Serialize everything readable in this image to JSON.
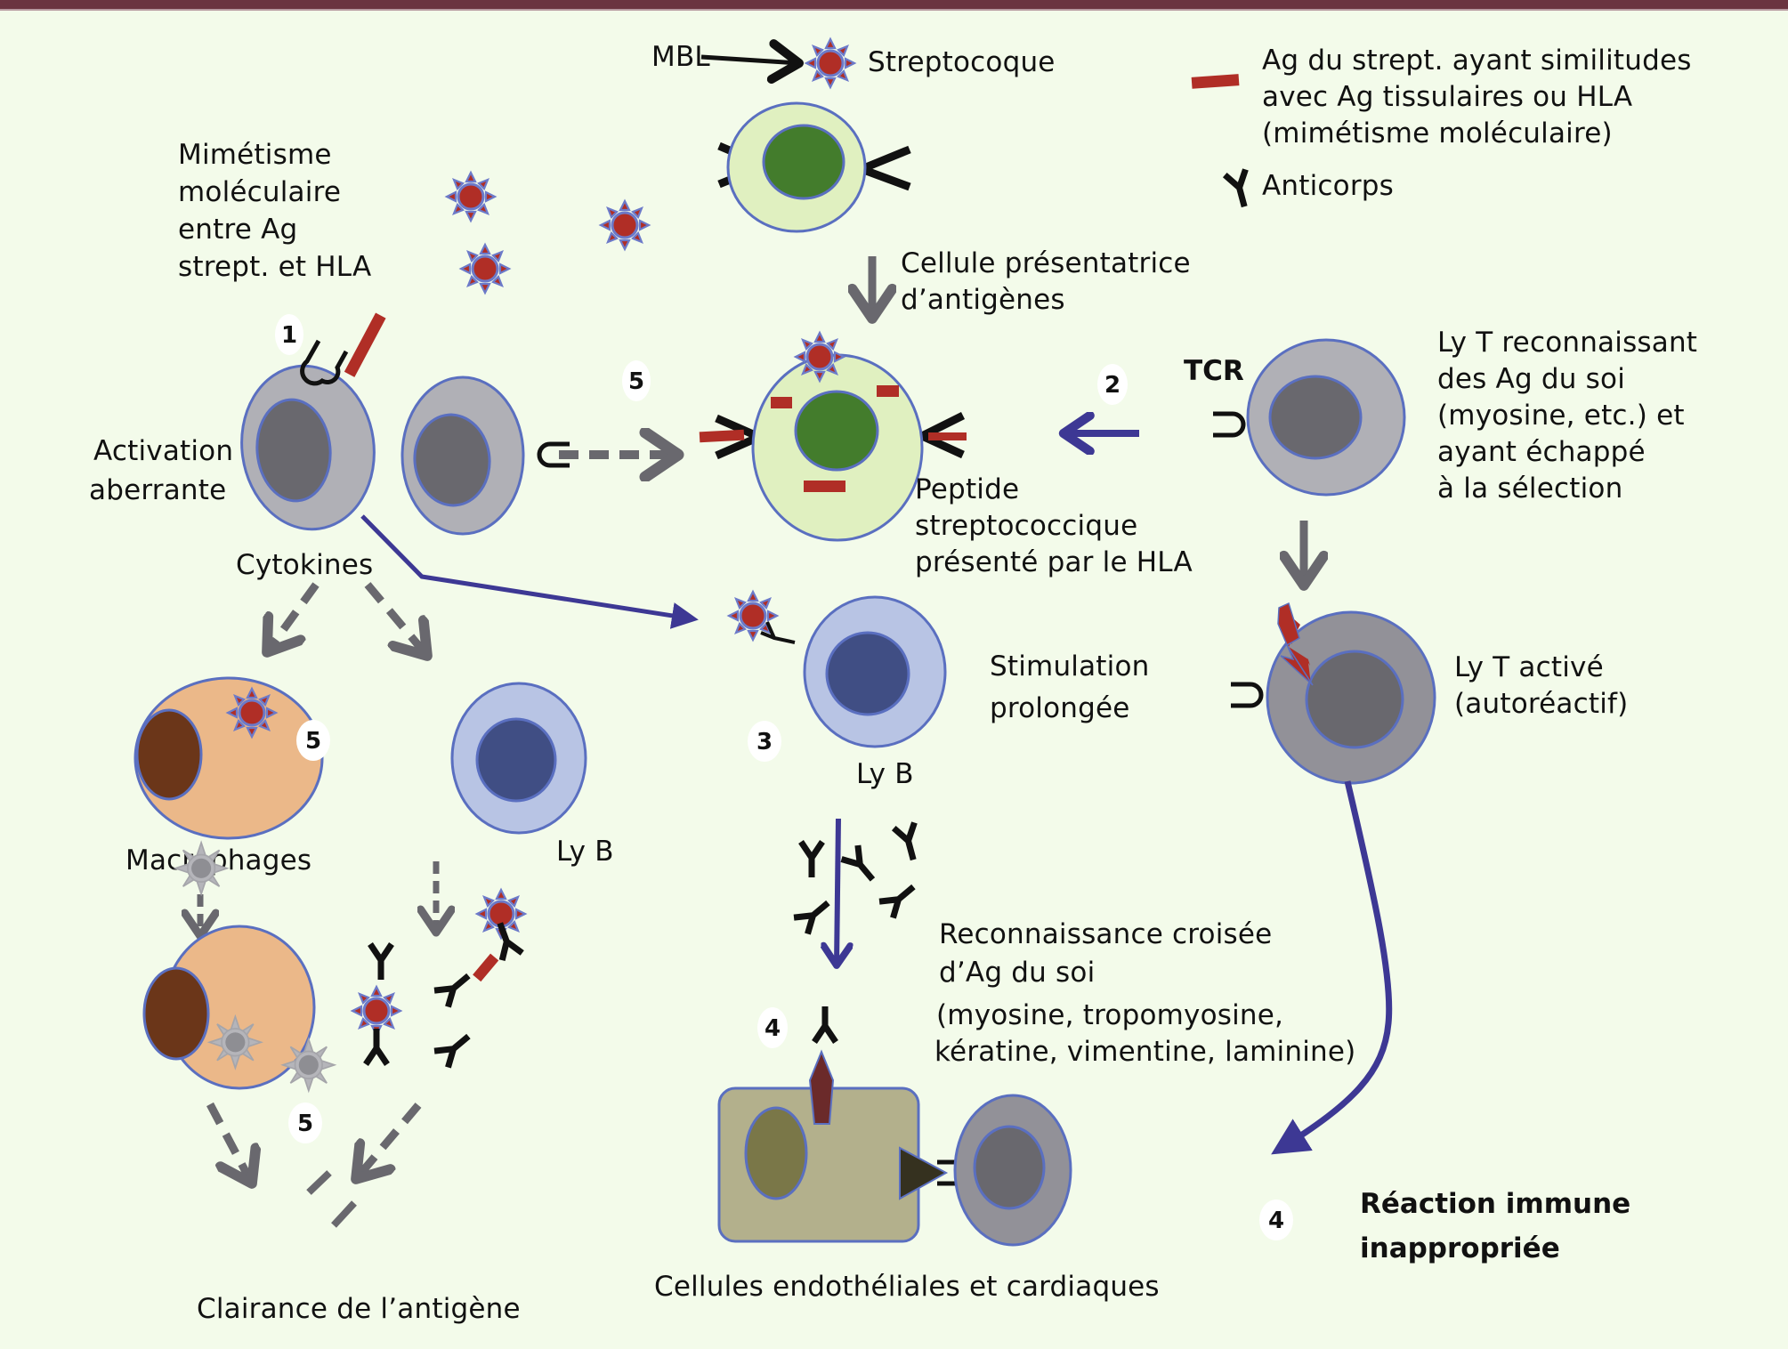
{
  "figure": {
    "border_color": "#6b3440",
    "background": "#f3fbea"
  },
  "colors": {
    "strep_core": "#b02e26",
    "strep_spikes": "#6c7ac9",
    "cell_outline": "#5a6fc0",
    "apc_cytoplasm": "#e0f0c0",
    "apc_nucleus": "#437c2c",
    "t_cytoplasm": "#b0b0b6",
    "t_nucleus": "#69686e",
    "t_active_cytoplasm": "#929198",
    "b_cytoplasm": "#b8c4e4",
    "b_nucleus": "#404e84",
    "macro_cytoplasm": "#ebb889",
    "macro_nucleus": "#6b3619",
    "endo_cell": "#b3b08c",
    "endo_nucleus": "#7a7748",
    "self_antigen": "#6b2a2a",
    "mhc_triangle": "#35311f",
    "blue_arrow": "#3d3894",
    "gray_arrow": "#69686e",
    "red_antigen": "#b02e26",
    "bolt": "#b02e26"
  },
  "legend": {
    "antigen_line1": "Ag du strept. ayant similitudes",
    "antigen_line2": "avec Ag tissulaires ou HLA",
    "antigen_line3": "(mimétisme moléculaire)",
    "antibody": "Anticorps"
  },
  "labels": {
    "mbl": "MBL",
    "streptocoque": "Streptocoque",
    "apc_line1": "Cellule présentatrice",
    "apc_line2": "d’antigènes",
    "mimicry_line1": "Mimétisme",
    "mimicry_line2": "moléculaire",
    "mimicry_line3": "entre Ag",
    "mimicry_line4": "strept. et HLA",
    "activation_line1": "Activation",
    "activation_line2": "aberrante",
    "cytokines": "Cytokines",
    "tcr": "TCR",
    "tcell_line1": "Ly T reconnaissant",
    "tcell_line2": "des Ag du soi",
    "tcell_line3": "(myosine, etc.) et",
    "tcell_line4": "ayant échappé",
    "tcell_line5": "à la sélection",
    "peptide_line1": "Peptide",
    "peptide_line2": "streptococcique",
    "peptide_line3": "présenté par le HLA",
    "stim_line1": "Stimulation",
    "stim_line2": "prolongée",
    "lyb_center": "Ly B",
    "lyb_left": "Ly B",
    "tactive_line1": "Ly T activé",
    "tactive_line2": "(autoréactif)",
    "macrophages": "Macrophages",
    "cross_line1": "Reconnaissance croisée",
    "cross_line2": "d’Ag du soi",
    "cross_line3": "(myosine, tropomyosine,",
    "cross_line4": "kératine, vimentine, laminine)",
    "endothelial": "Cellules endothéliales et cardiaques",
    "clearance": "Clairance de l’antigène",
    "reaction_line1": "Réaction immune",
    "reaction_line2": "inappropriée"
  },
  "steps": {
    "step1": "1",
    "step2": "2",
    "step3": "3",
    "step4a": "4",
    "step4b": "4",
    "step5a": "5",
    "step5b": "5",
    "step5c": "5"
  }
}
